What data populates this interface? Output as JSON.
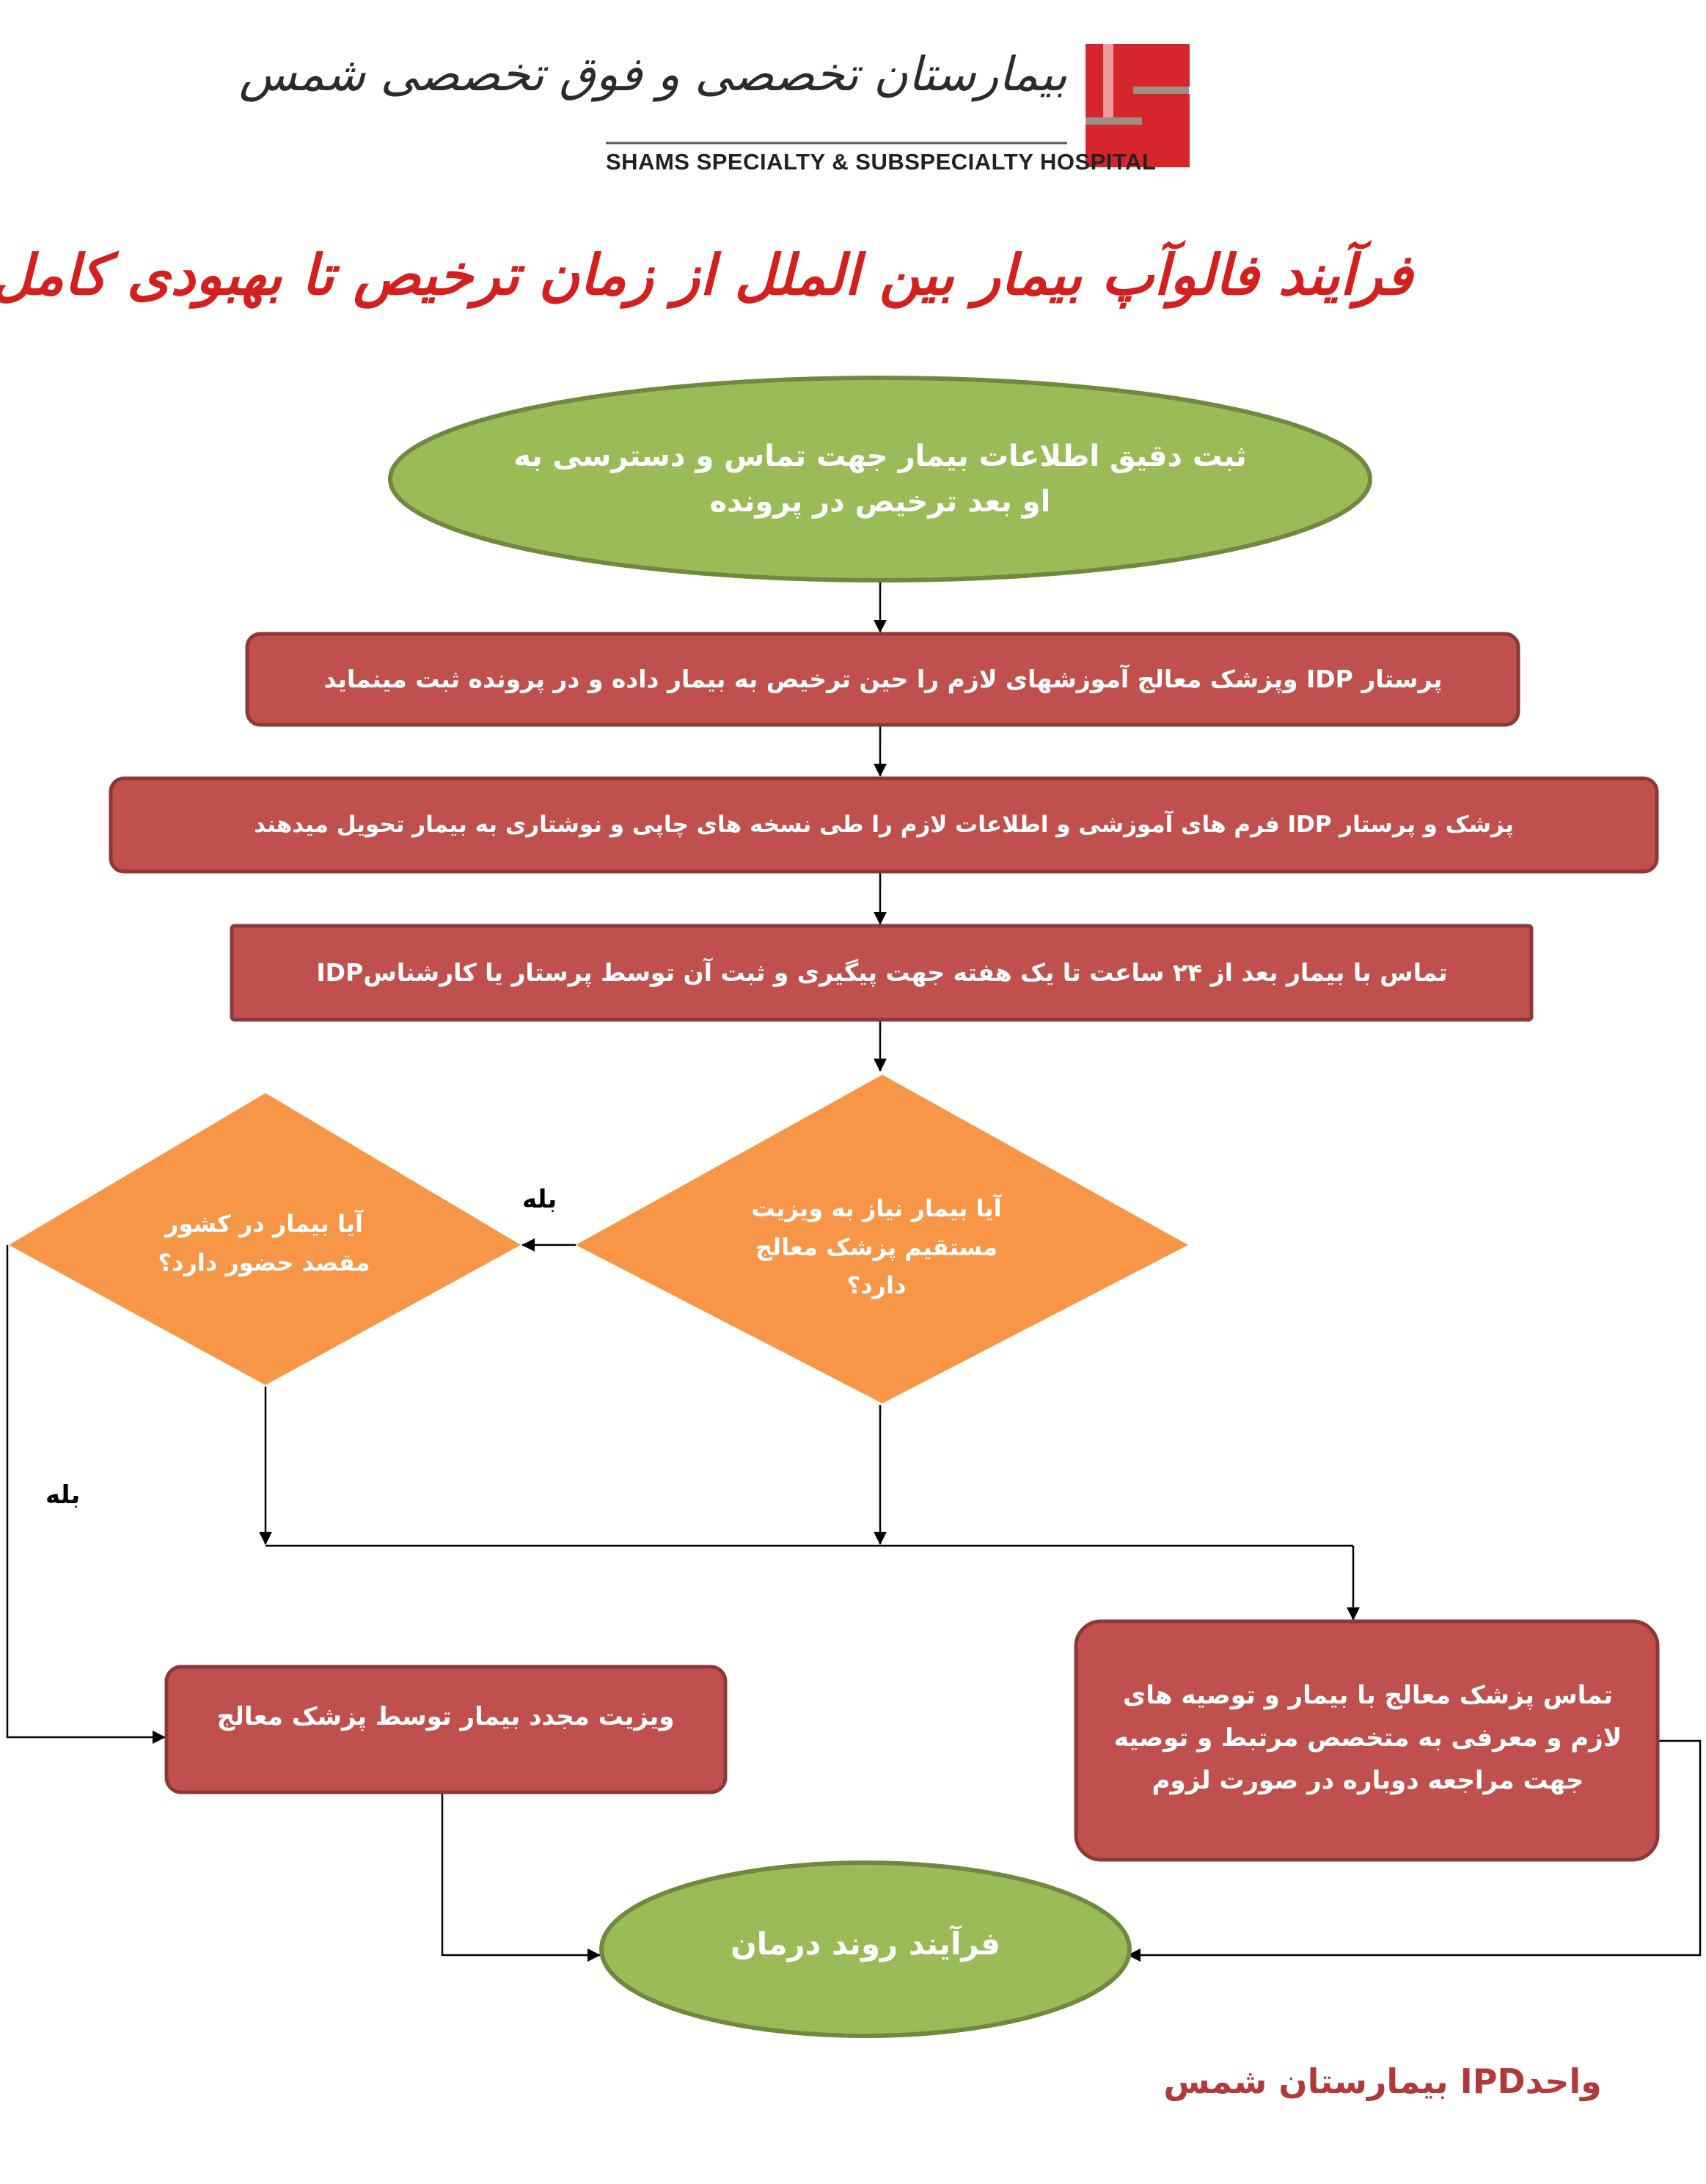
{
  "header": {
    "logo_name_fa": "بیمارستان تخصصی و فوق تخصصی شمس",
    "logo_name_en": "SHAMS SPECIALTY & SUBSPECIALTY HOSPITAL",
    "title": "فرآیند فالوآپ بیمار بین الملل از زمان ترخیص تا بهبودی کامل"
  },
  "nodes": {
    "start": "ثبت دقیق اطلاعات بیمار جهت تماس و دسترسی به او بعد ترخیص در پرونده",
    "step1": "پرستار IDP وپزشک معالج آموزشهای لازم را حین ترخیص به بیمار داده و در پرونده ثبت مینماید",
    "step2": "پزشک و پرستار IDP فرم های آموزشی و اطلاعات لازم را طی نسخه های چاپی و نوشتاری به بیمار تحویل میدهند",
    "step3": "تماس با بیمار بعد از ۲۴ ساعت تا یک هفته جهت پیگیری و ثبت آن توسط پرستار یا کارشناسIDP",
    "decision1": "آیا بیمار نیاز به ویزیت مستقیم پزشک معالج دارد؟",
    "decision2": "آیا بیمار در کشور مقصد حضور دارد؟",
    "revisit": "ویزیت مجدد بیمار توسط پزشک معالج",
    "contact": "تماس پزشک معالج با بیمار و توصیه های لازم و معرفی به متخصص مرتبط و توصیه جهت مراجعه دوباره در صورت لزوم",
    "end": "فرآیند روند درمان"
  },
  "labels": {
    "yes_1": "بله",
    "yes_2": "بله"
  },
  "footer": "واحدIPD بیمارستان شمس",
  "colors": {
    "green_fill": "#9bbb59",
    "green_stroke": "#71893f",
    "red_fill": "#c0504d",
    "red_stroke": "#8c3836",
    "orange_fill": "#f79646",
    "logo_red": "#d7262b",
    "logo_taupe": "#a08e86",
    "title_red": "#d41f1f",
    "footer_red": "#b03a3a"
  }
}
